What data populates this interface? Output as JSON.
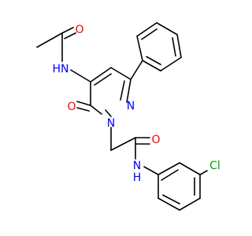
{
  "structure": {
    "colors": {
      "bond": "#000000",
      "oxygen": "#ff0000",
      "nitrogen": "#0000ff",
      "chlorine": "#00a000",
      "background": "#ffffff"
    },
    "labels": {
      "amide_o": "O",
      "acetamide_nh": "HN",
      "ring_carbonyl_o": "O",
      "ring_n1": "N",
      "ring_n2": "N",
      "linker_o": "O",
      "anilide_nh": "N",
      "anilide_h": "H",
      "chloro": "Cl"
    }
  }
}
